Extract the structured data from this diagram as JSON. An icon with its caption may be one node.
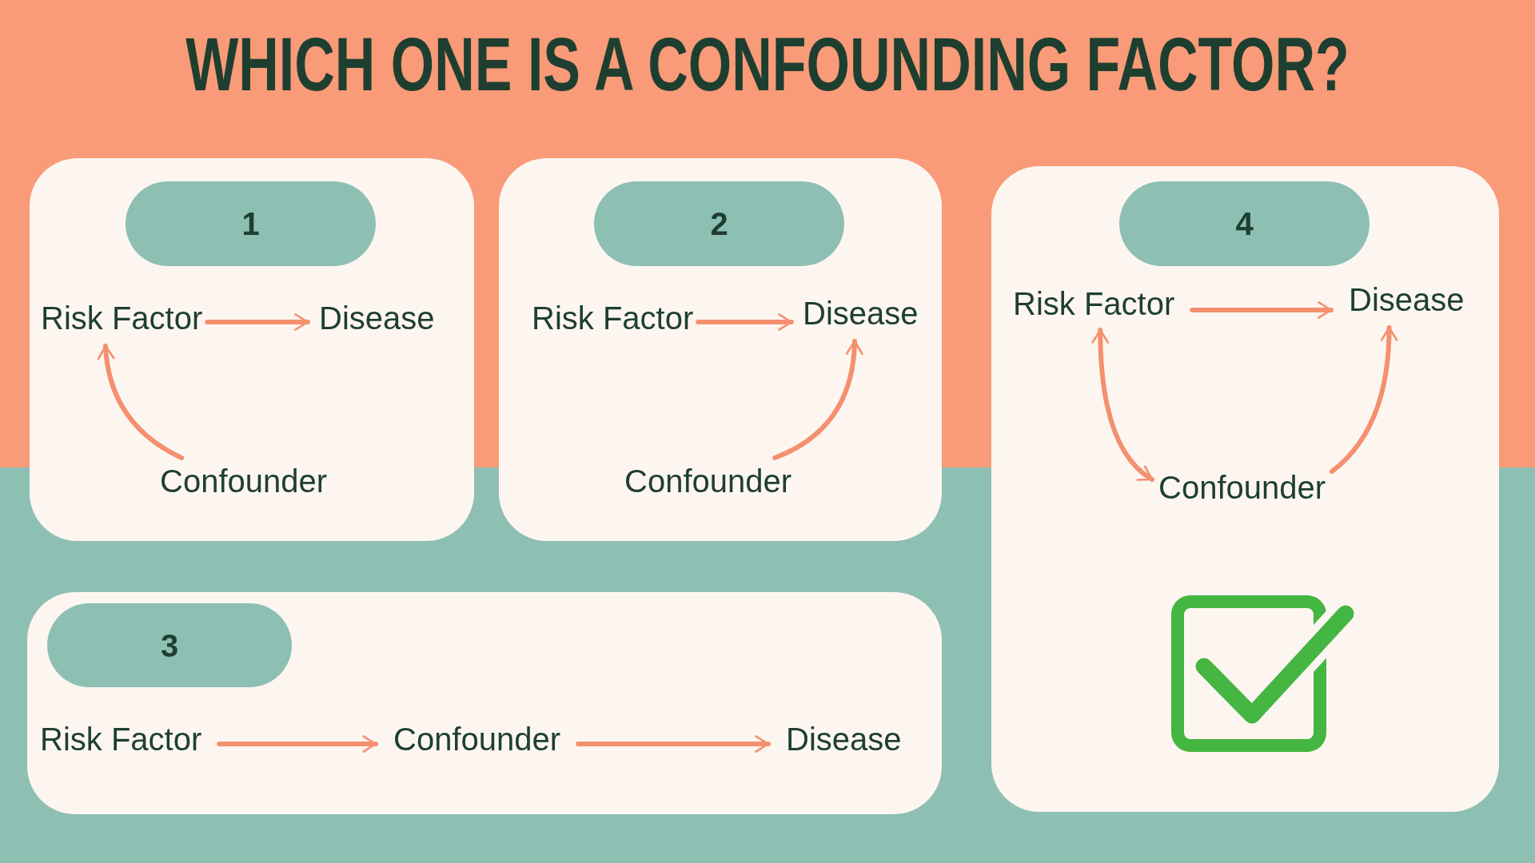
{
  "diagram": {
    "title": "WHICH ONE IS A CONFOUNDING FACTOR?",
    "nodes": [
      {
        "text": [],
        "shape": "box"
      },
      {
        "text": [
          "1"
        ],
        "in": 0
      },
      {
        "text": [
          "Risk Factor"
        ],
        "in": 0
      },
      {
        "text": [
          "Disease"
        ],
        "in": 0
      },
      {
        "text": [
          "Confounder"
        ],
        "in": 0
      },
      {
        "text": [],
        "shape": "box"
      },
      {
        "text": [
          "2"
        ],
        "in": 5
      },
      {
        "text": [
          "Risk Factor"
        ],
        "in": 5
      },
      {
        "text": [
          "Disease"
        ],
        "in": 5
      },
      {
        "text": [
          "Confounder"
        ],
        "in": 5
      },
      {
        "text": [],
        "shape": "box"
      },
      {
        "text": [
          "3"
        ],
        "in": 10
      },
      {
        "text": [
          "Risk Factor"
        ],
        "in": 10
      },
      {
        "text": [
          "Confounder"
        ],
        "in": 10
      },
      {
        "text": [
          "Disease"
        ],
        "in": 10
      },
      {
        "text": [],
        "shape": "box"
      },
      {
        "text": [
          "4"
        ],
        "in": 15
      },
      {
        "text": [
          "Risk Factor"
        ],
        "in": 15
      },
      {
        "text": [
          "Disease"
        ],
        "in": 15
      },
      {
        "text": [
          "Confounder"
        ],
        "in": 15
      }
    ],
    "edges": [
      {
        "from": 2,
        "to": 3,
        "arrow": "to"
      },
      {
        "from": 4,
        "to": 2,
        "arrow": "to"
      },
      {
        "from": 7,
        "to": 8,
        "arrow": "to"
      },
      {
        "from": 9,
        "to": 8,
        "arrow": "to"
      },
      {
        "from": 12,
        "to": 13,
        "arrow": "to"
      },
      {
        "from": 13,
        "to": 14,
        "arrow": "to"
      },
      {
        "from": 17,
        "to": 18,
        "arrow": "to"
      },
      {
        "from": 17,
        "to": 19,
        "arrow": "both"
      },
      {
        "from": 19,
        "to": 18,
        "arrow": "to"
      }
    ]
  }
}
